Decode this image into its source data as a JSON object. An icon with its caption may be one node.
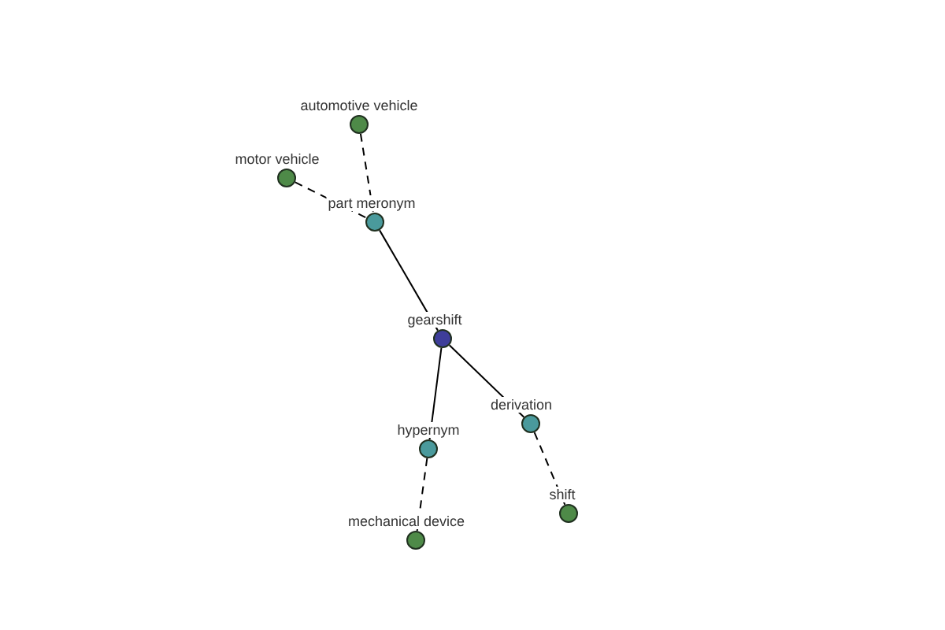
{
  "diagram": {
    "nodes": [
      {
        "text": [
          "automotive vehicle"
        ]
      },
      {
        "text": [
          "motor vehicle"
        ]
      },
      {
        "text": [
          "part meronym"
        ]
      },
      {
        "text": [
          "gearshift"
        ]
      },
      {
        "text": [
          "derivation"
        ]
      },
      {
        "text": [
          "hypernym"
        ]
      },
      {
        "text": [
          "shift"
        ]
      },
      {
        "text": [
          "mechanical device"
        ]
      }
    ],
    "edges": [
      {
        "from": 0,
        "to": 2,
        "arrow": "none",
        "style": "dashed"
      },
      {
        "from": 1,
        "to": 2,
        "arrow": "none",
        "style": "dashed"
      },
      {
        "from": 2,
        "to": 3,
        "arrow": "none"
      },
      {
        "from": 3,
        "to": 5,
        "arrow": "none"
      },
      {
        "from": 3,
        "to": 4,
        "arrow": "none"
      },
      {
        "from": 5,
        "to": 7,
        "arrow": "none",
        "style": "dashed"
      },
      {
        "from": 4,
        "to": 6,
        "arrow": "none",
        "style": "dashed"
      }
    ]
  }
}
